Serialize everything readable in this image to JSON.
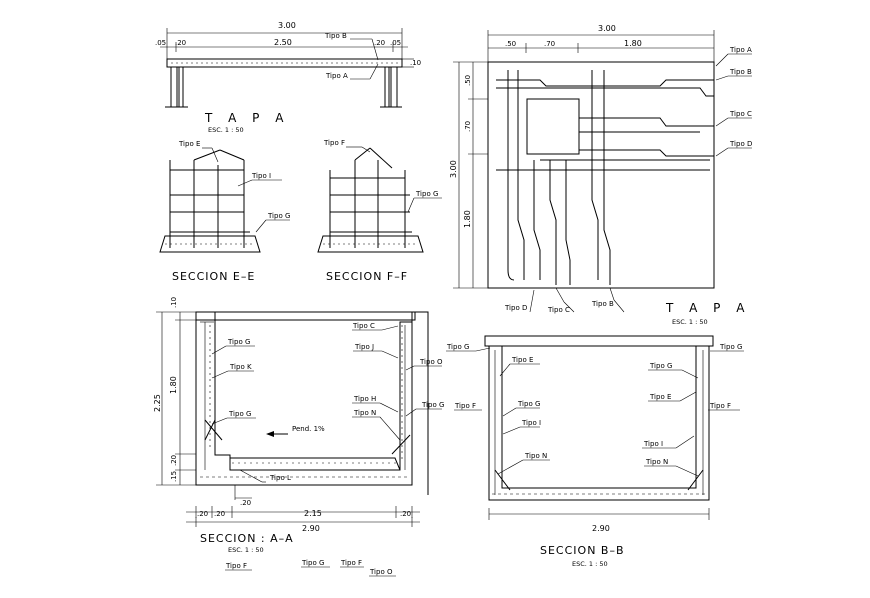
{
  "colors": {
    "ink": "#000000",
    "background": "#ffffff"
  },
  "tapa_elev": {
    "dims": {
      "total": "3.00",
      "left1": ".05",
      "left2": ".20",
      "mid": "2.50",
      "right1": ".20",
      "right2": ".05",
      "thick": ".10"
    },
    "labels": {
      "b": "Tipo B",
      "a": "Tipo A"
    },
    "title": "T A P A",
    "scale": "ESC. 1 : 50"
  },
  "sec_ee": {
    "labels": {
      "e": "Tipo E",
      "i": "Tipo I",
      "g": "Tipo G"
    },
    "title": "SECCION  E–E"
  },
  "sec_ff": {
    "labels": {
      "f": "Tipo F",
      "g": "Tipo G"
    },
    "title": "SECCION  F–F"
  },
  "tapa_plan": {
    "dims": {
      "top": "3.00",
      "s1": ".50",
      "s2": ".70",
      "s3": "1.80",
      "left": "3.00",
      "l1": ".50",
      "l2": ".70",
      "l3": "1.80"
    },
    "labels": {
      "a": "Tipo A",
      "b": "Tipo B",
      "c": "Tipo C",
      "d": "Tipo D",
      "bd": "Tipo D",
      "bc": "Tipo C",
      "bb": "Tipo B"
    },
    "title": "T A P A",
    "scale": "ESC. 1 : 50"
  },
  "sec_aa": {
    "dims": {
      "h1": ".10",
      "h2": "1.80",
      "h3": "2.25",
      "h4": ".20",
      "h5": ".15",
      "b20": ".20",
      "bot1": ".20",
      ".bot2": ".20",
      "bot_mid": "2.15",
      "bot3": ".20",
      "total": "2.90"
    },
    "labels": {
      "g1": "Tipo G",
      "k": "Tipo K",
      "g2": "Tipo G",
      "c": "Tipo C",
      "j": "Tipo J",
      "o": "Tipo O",
      "h": "Tipo H",
      "n": "Tipo N",
      "g3": "Tipo G",
      "l": "Tipo L",
      "pend": "Pend. 1%"
    },
    "title": "SECCION  :  A–A",
    "scale": "ESC. 1 : 50"
  },
  "sec_bb": {
    "labels": {
      "gl": "Tipo G",
      "e1": "Tipo E",
      "f1": "Tipo F",
      "g1": "Tipo G",
      "i1": "Tipo I",
      "n1": "Tipo N",
      "g2": "Tipo G",
      "gr": "Tipo G",
      "e2": "Tipo E",
      "f2": "Tipo F",
      "i2": "Tipo I",
      "n2": "Tipo N"
    },
    "dims": {
      "total": "2.90"
    },
    "title": "SECCION  B–B",
    "scale": "ESC. 1 : 50"
  },
  "loose": {
    "f": "Tipo F",
    "g": "Tipo G",
    "f2": "Tipo F",
    "o": "Tipo O"
  }
}
